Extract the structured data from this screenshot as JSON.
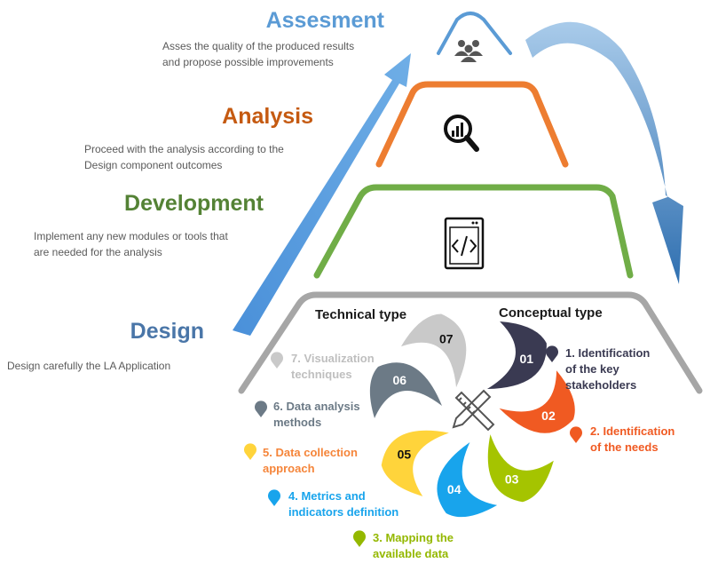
{
  "stages": [
    {
      "title": "Assesment",
      "color": "#5B9BD5",
      "desc": [
        "Asses the quality of the produced results",
        "and  propose  possible improvements"
      ],
      "icon": "people-group-icon"
    },
    {
      "title": "Analysis",
      "color": "#C55A11",
      "desc": [
        "Proceed with the analysis according to the",
        "Design component outcomes"
      ],
      "icon": "magnifier-chart-icon"
    },
    {
      "title": "Development",
      "color": "#548235",
      "desc": [
        "Implement any new modules or tools that",
        "are needed for the analysis"
      ],
      "icon": "code-window-icon"
    },
    {
      "title": "Design",
      "color": "#4A76A8",
      "desc": [
        "Design carefully the LA Application"
      ],
      "icon": "pencil-ruler-icon"
    }
  ],
  "design": {
    "technical_label": "Technical type",
    "conceptual_label": "Conceptual type",
    "petals": [
      {
        "num": "01",
        "color": "#3A3A52",
        "text_color": "#ffffff"
      },
      {
        "num": "02",
        "color": "#F05A22",
        "text_color": "#ffffff"
      },
      {
        "num": "03",
        "color": "#A5C400",
        "text_color": "#ffffff"
      },
      {
        "num": "04",
        "color": "#18A4EC",
        "text_color": "#ffffff"
      },
      {
        "num": "05",
        "color": "#FFD43B",
        "text_color": "#111111"
      },
      {
        "num": "06",
        "color": "#6C7A86",
        "text_color": "#ffffff"
      },
      {
        "num": "07",
        "color": "#C9C9C9",
        "text_color": "#111111"
      }
    ],
    "items": [
      {
        "lines": [
          "1. Identification",
          "of the key",
          "stakeholders"
        ],
        "color": "#3A3A52",
        "pin": "#3A3A52"
      },
      {
        "lines": [
          "2. Identification",
          "of the needs"
        ],
        "color": "#F05A22",
        "pin": "#F05A22"
      },
      {
        "lines": [
          "3. Mapping the",
          "available data"
        ],
        "color": "#94B800",
        "pin": "#94B800"
      },
      {
        "lines": [
          "4. Metrics and",
          "indicators definition"
        ],
        "color": "#18A4EC",
        "pin": "#18A4EC"
      },
      {
        "lines": [
          "5. Data collection",
          "approach"
        ],
        "color": "#F5853A",
        "pin": "#FFD43B"
      },
      {
        "lines": [
          "6. Data analysis",
          "methods"
        ],
        "color": "#6C7A86",
        "pin": "#6C7A86"
      },
      {
        "lines": [
          "7. Visualization",
          "techniques"
        ],
        "color": "#BFBFBF",
        "pin": "#C9C9C9"
      }
    ]
  }
}
